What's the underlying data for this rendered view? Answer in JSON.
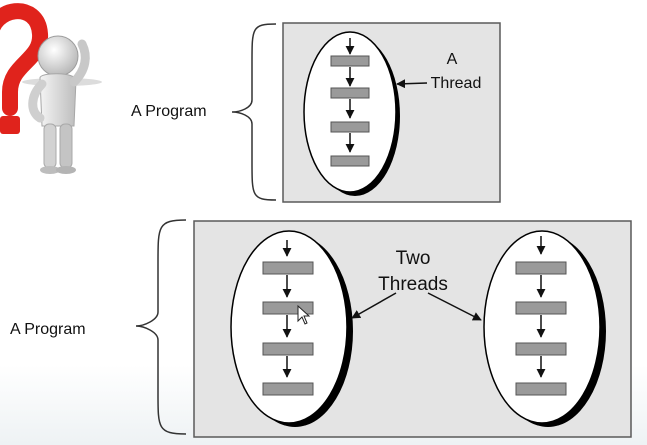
{
  "top_program_label": "A Program",
  "top_thread_label_line1": "A",
  "top_thread_label_line2": "Thread",
  "bottom_program_label": "A Program",
  "bottom_threads_label_line1": "Two",
  "bottom_threads_label_line2": "Threads",
  "colors": {
    "panel_fill": "#e4e4e4",
    "panel_stroke": "#5a5a5a",
    "ellipse_fill": "#ffffff",
    "ellipse_shadow": "#000000",
    "step_fill": "#9a9a9a",
    "step_stroke": "#555555",
    "question_mark": "#e0231c"
  },
  "icons": [
    "question-mark-icon",
    "thinking-figure-icon",
    "mouse-cursor-icon"
  ]
}
